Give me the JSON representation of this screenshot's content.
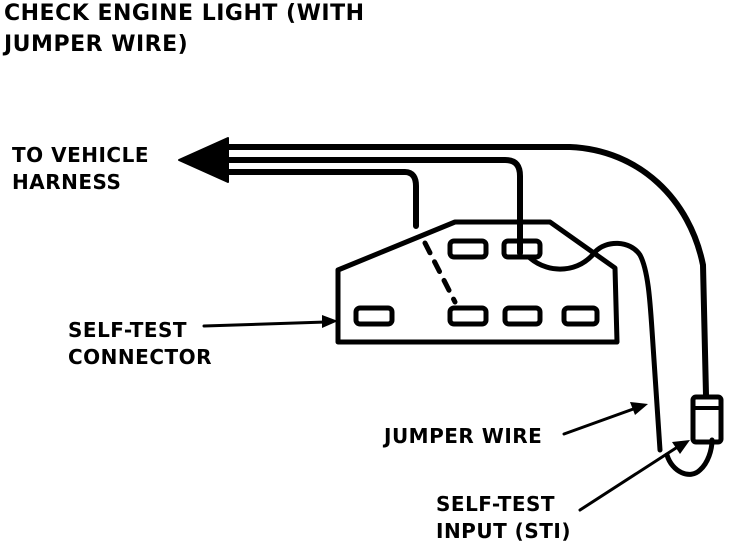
{
  "title": {
    "line1": "CHECK ENGINE LIGHT (WITH",
    "line2": "JUMPER WIRE)"
  },
  "labels": {
    "harness": {
      "line1": "TO VEHICLE",
      "line2": "HARNESS"
    },
    "connector": {
      "line1": "SELF-TEST",
      "line2": "CONNECTOR"
    },
    "jumper": "JUMPER WIRE",
    "sti": {
      "line1": "SELF-TEST",
      "line2": "INPUT (STI)"
    }
  },
  "colors": {
    "ink": "#000000",
    "paper": "#ffffff"
  }
}
